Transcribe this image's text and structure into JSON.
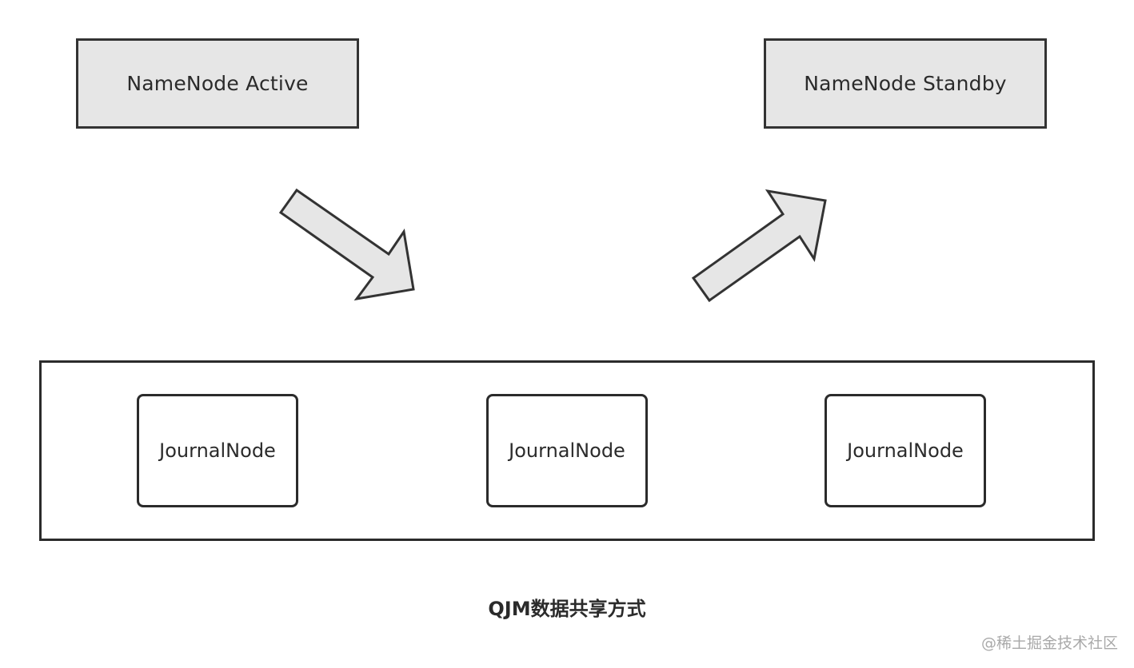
{
  "nodes": {
    "active": "NameNode Active",
    "standby": "NameNode Standby"
  },
  "journal_nodes": [
    "JournalNode",
    "JournalNode",
    "JournalNode"
  ],
  "caption": "QJM数据共享方式",
  "watermark": "@稀土掘金技术社区",
  "colors": {
    "box_fill": "#e6e6e6",
    "stroke": "#333333",
    "arrow_fill": "#e6e6e6"
  }
}
